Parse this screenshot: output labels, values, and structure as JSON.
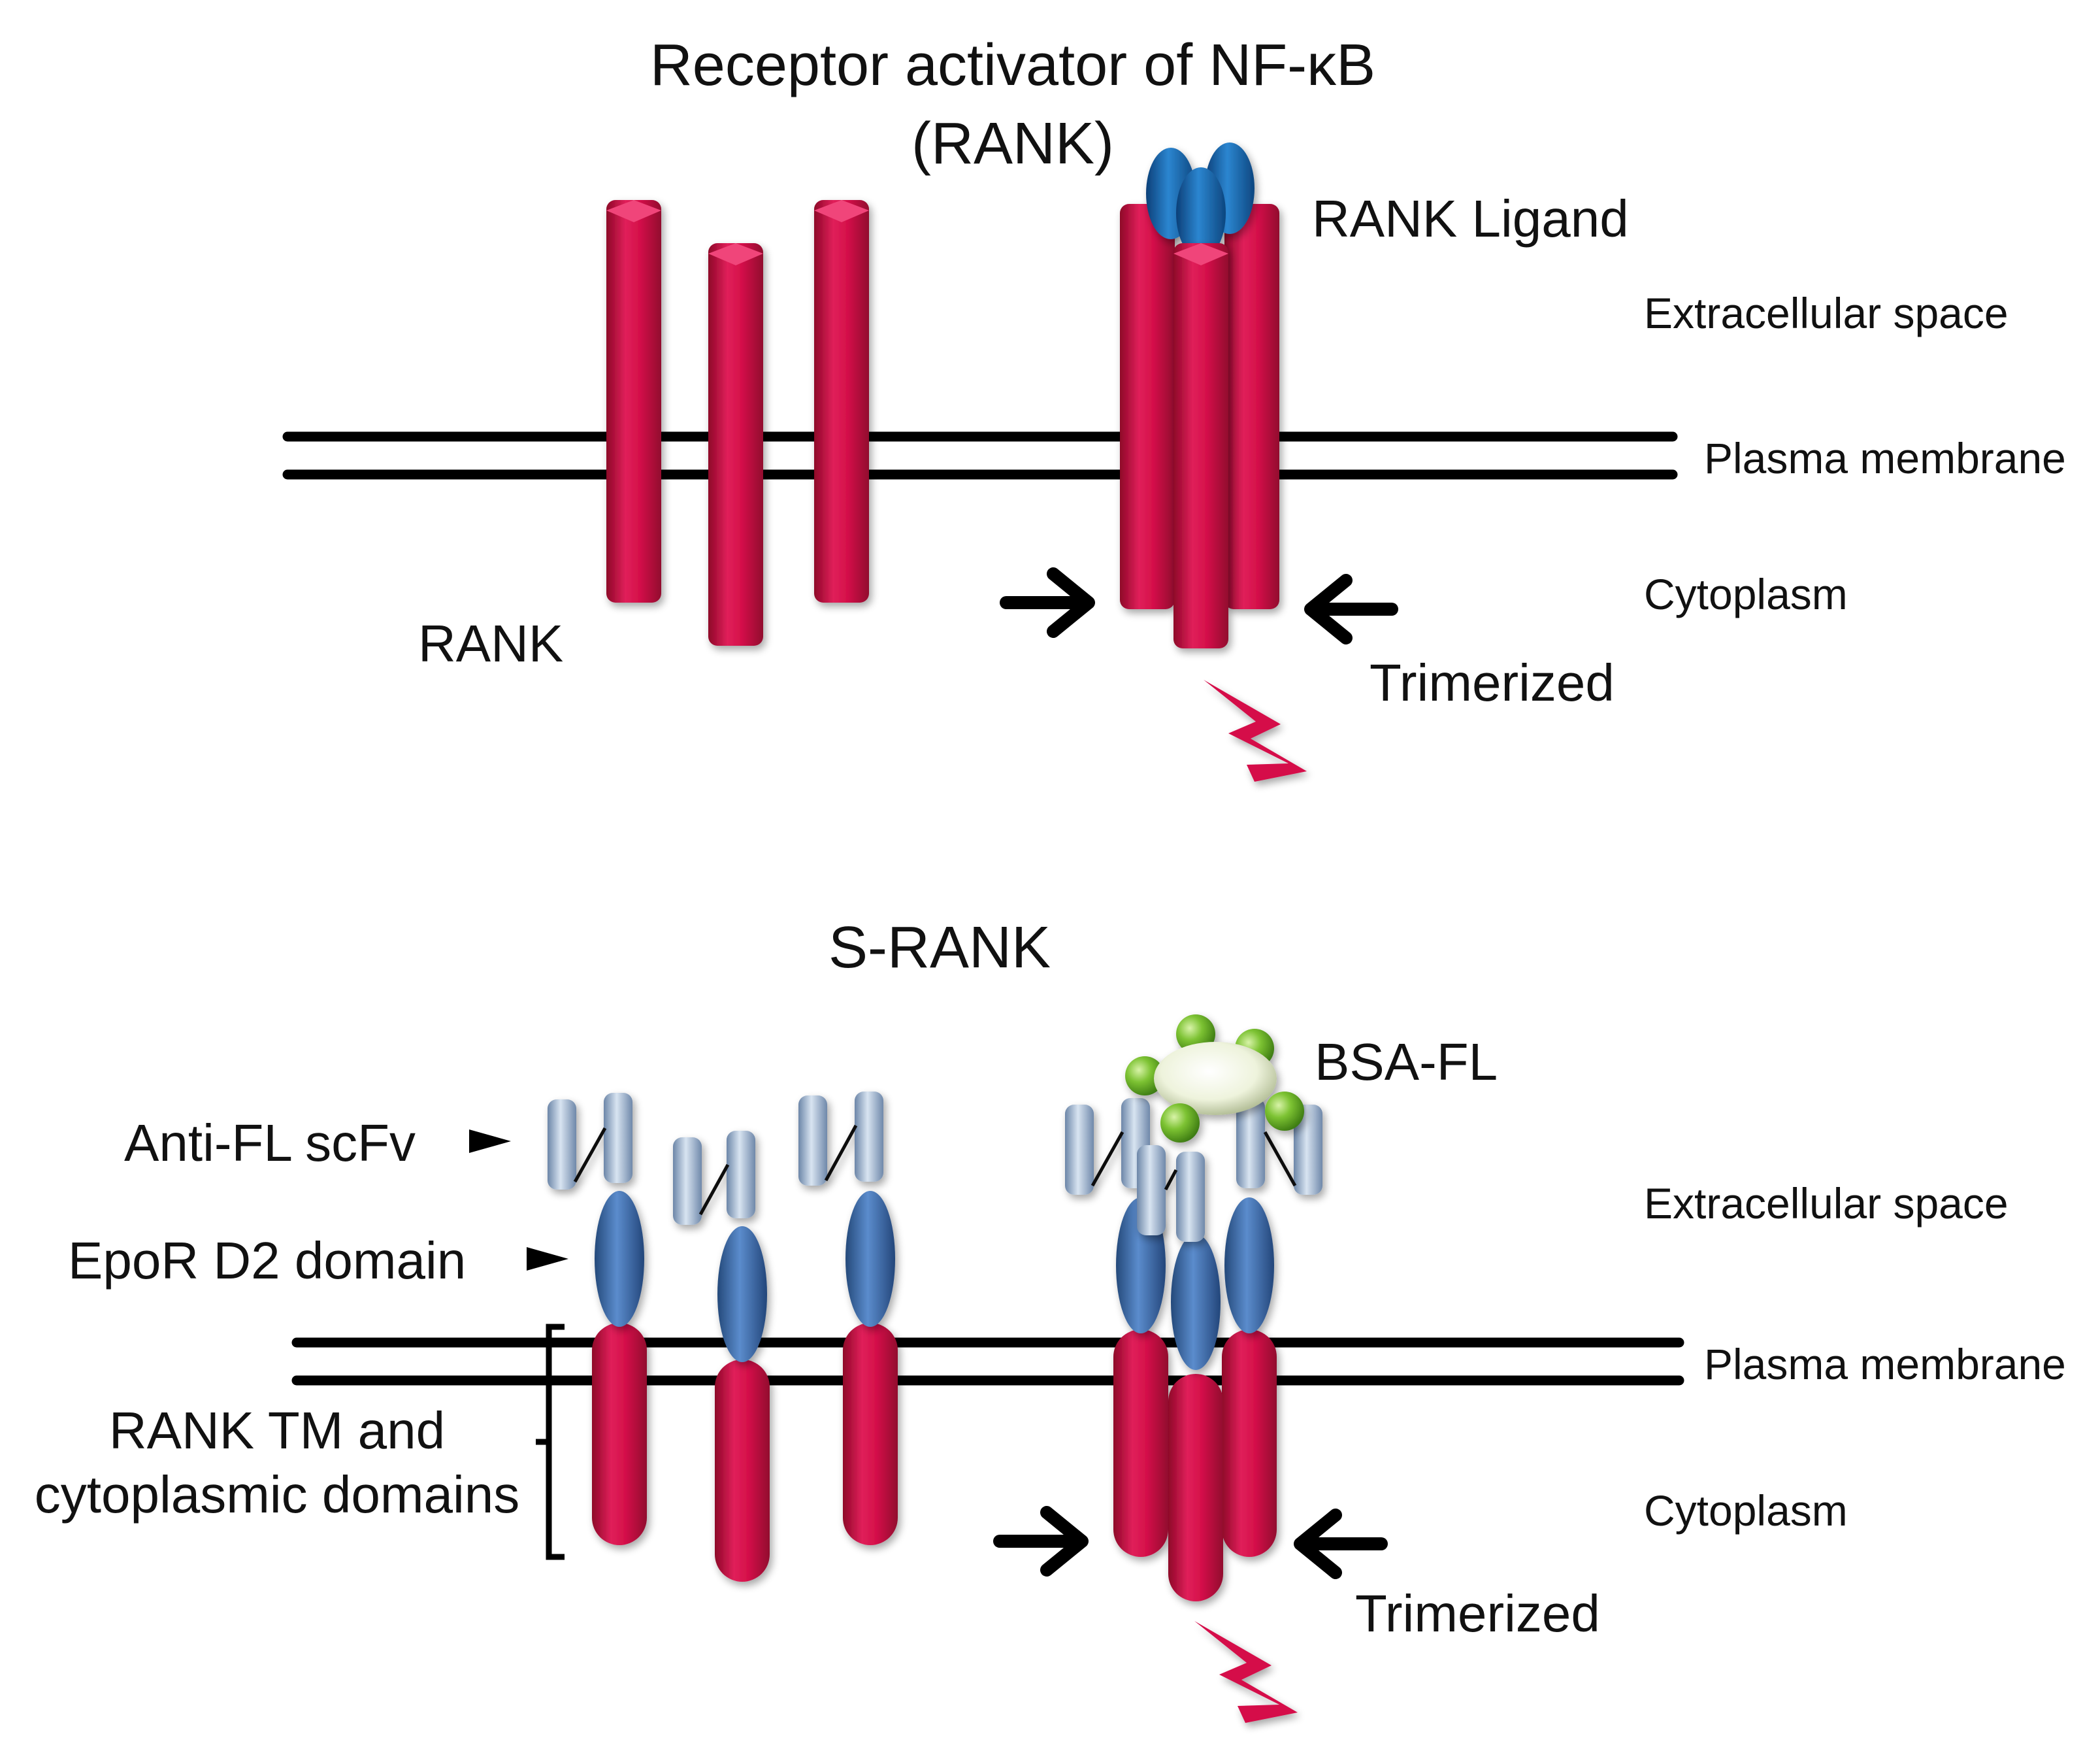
{
  "panel_top": {
    "title_line1": "Receptor activator of NF-κB",
    "title_line2": "(RANK)",
    "ligand_label": "RANK Ligand",
    "receptor_label": "RANK",
    "trimer_label": "Trimerized",
    "regions": {
      "extracellular": "Extracellular space",
      "membrane": "Plasma membrane",
      "cytoplasm": "Cytoplasm"
    }
  },
  "panel_bottom": {
    "title": "S-RANK",
    "antigen_label": "BSA-FL",
    "scfv_label": "Anti-FL scFv",
    "epor_label": "EpoR D2 domain",
    "rank_domains_line1": "RANK TM and",
    "rank_domains_line2": "cytoplasmic domains",
    "trimer_label": "Trimerized",
    "regions": {
      "extracellular": "Extracellular space",
      "membrane": "Plasma membrane",
      "cytoplasm": "Cytoplasm"
    }
  },
  "colors": {
    "receptor": "#d5104a",
    "ligand": "#1f6fb8",
    "epor": "#3d6fb0",
    "scfv": "#a9c0dc",
    "fluorescein": "#7cc232",
    "bsa": "#eef3dc",
    "membrane": "#000000"
  },
  "icons": {
    "signal": "lightning-bolt-icon",
    "arrow": "arrow-icon"
  }
}
